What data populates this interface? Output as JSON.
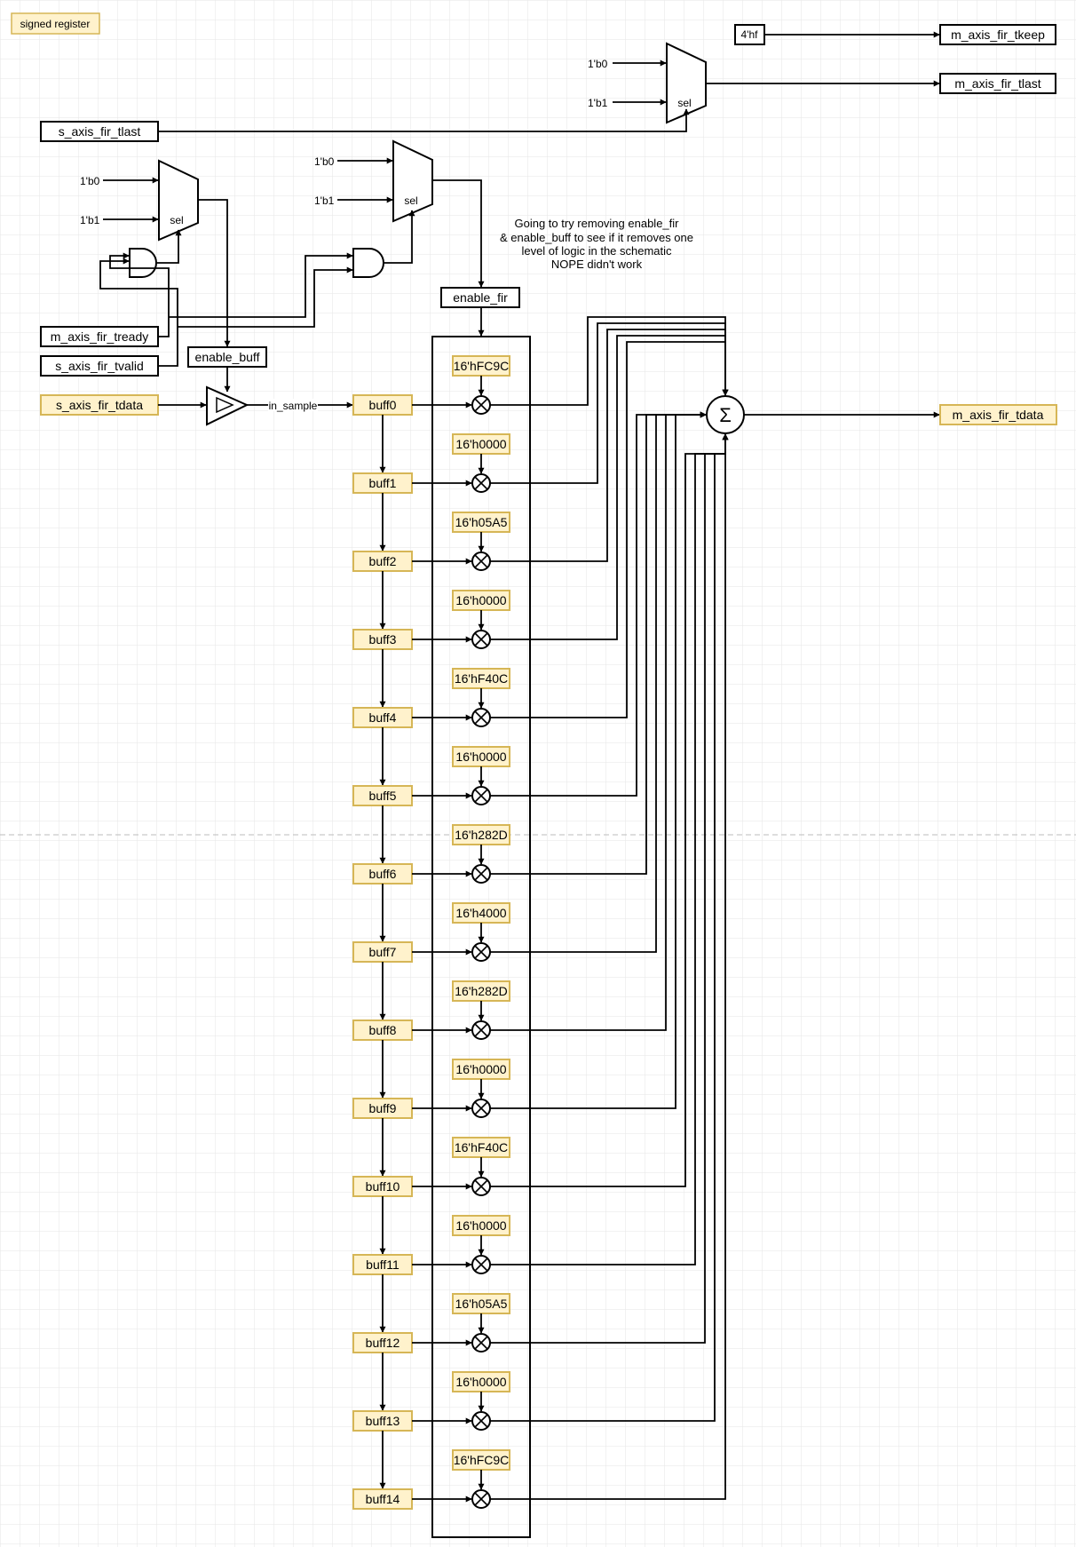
{
  "diagram": {
    "legend_label": "signed register",
    "note_lines": [
      "Going to try removing enable_fir",
      "& enable_buff to see if it removes one",
      "level of logic in the schematic",
      "NOPE didn't work"
    ],
    "ports": {
      "tkeep_const": "4'hf",
      "m_tkeep": "m_axis_fir_tkeep",
      "m_tlast": "m_axis_fir_tlast",
      "s_tlast": "s_axis_fir_tlast",
      "m_tready": "m_axis_fir_tready",
      "s_tvalid": "s_axis_fir_tvalid",
      "s_tdata": "s_axis_fir_tdata",
      "m_tdata": "m_axis_fir_tdata"
    },
    "signals": {
      "enable_fir": "enable_fir",
      "enable_buff": "enable_buff",
      "in_sample": "in_sample"
    },
    "mux_labels": {
      "in0": "1'b0",
      "in1": "1'b1",
      "sel": "sel"
    },
    "sum_symbol": "Σ",
    "taps": [
      {
        "buffer": "buff0",
        "coefficient": "16'hFC9C"
      },
      {
        "buffer": "buff1",
        "coefficient": "16'h0000"
      },
      {
        "buffer": "buff2",
        "coefficient": "16'h05A5"
      },
      {
        "buffer": "buff3",
        "coefficient": "16'h0000"
      },
      {
        "buffer": "buff4",
        "coefficient": "16'hF40C"
      },
      {
        "buffer": "buff5",
        "coefficient": "16'h0000"
      },
      {
        "buffer": "buff6",
        "coefficient": "16'h282D"
      },
      {
        "buffer": "buff7",
        "coefficient": "16'h4000"
      },
      {
        "buffer": "buff8",
        "coefficient": "16'h282D"
      },
      {
        "buffer": "buff9",
        "coefficient": "16'h0000"
      },
      {
        "buffer": "buff10",
        "coefficient": "16'hF40C"
      },
      {
        "buffer": "buff11",
        "coefficient": "16'h0000"
      },
      {
        "buffer": "buff12",
        "coefficient": "16'h05A5"
      },
      {
        "buffer": "buff13",
        "coefficient": "16'h0000"
      },
      {
        "buffer": "buff14",
        "coefficient": "16'hFC9C"
      }
    ],
    "colors": {
      "register_fill": "#fff2cc",
      "register_stroke": "#d6b656",
      "line": "#000000",
      "grid": "#e6e6e6"
    }
  }
}
